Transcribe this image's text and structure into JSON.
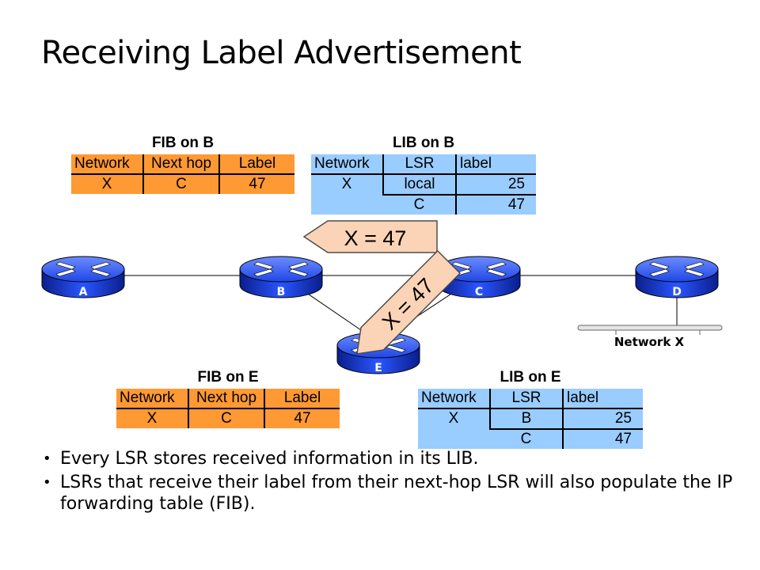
{
  "title": "Receiving Label Advertisement",
  "fib_b": {
    "caption": "FIB on B",
    "headers": [
      "Network",
      "Next hop",
      "Label"
    ],
    "rows": [
      [
        "X",
        "C",
        "47"
      ]
    ]
  },
  "lib_b": {
    "caption": "LIB on B",
    "headers": [
      "Network",
      "LSR",
      "label"
    ],
    "network": "X",
    "rows": [
      [
        "local",
        "25"
      ],
      [
        "C",
        "47"
      ]
    ]
  },
  "fib_e": {
    "caption": "FIB on E",
    "headers": [
      "Network",
      "Next hop",
      "Label"
    ],
    "rows": [
      [
        "X",
        "C",
        "47"
      ]
    ]
  },
  "lib_e": {
    "caption": "LIB on E",
    "headers": [
      "Network",
      "LSR",
      "label"
    ],
    "network": "X",
    "rows": [
      [
        "B",
        "25"
      ],
      [
        "C",
        "47"
      ]
    ]
  },
  "routers": {
    "a": "A",
    "b": "B",
    "c": "C",
    "d": "D",
    "e": "E"
  },
  "network_label": "Network X",
  "adv_b": "X = 47",
  "adv_e": "X = 47",
  "bullets": [
    "Every LSR stores received information in its LIB.",
    "LSRs that receive their label from their next-hop LSR will also populate the IP forwarding table (FIB)."
  ],
  "colors": {
    "fib": "#ff9933",
    "lib": "#99ccff",
    "router": "#1e46e6",
    "callout": "#fbd3b7"
  }
}
